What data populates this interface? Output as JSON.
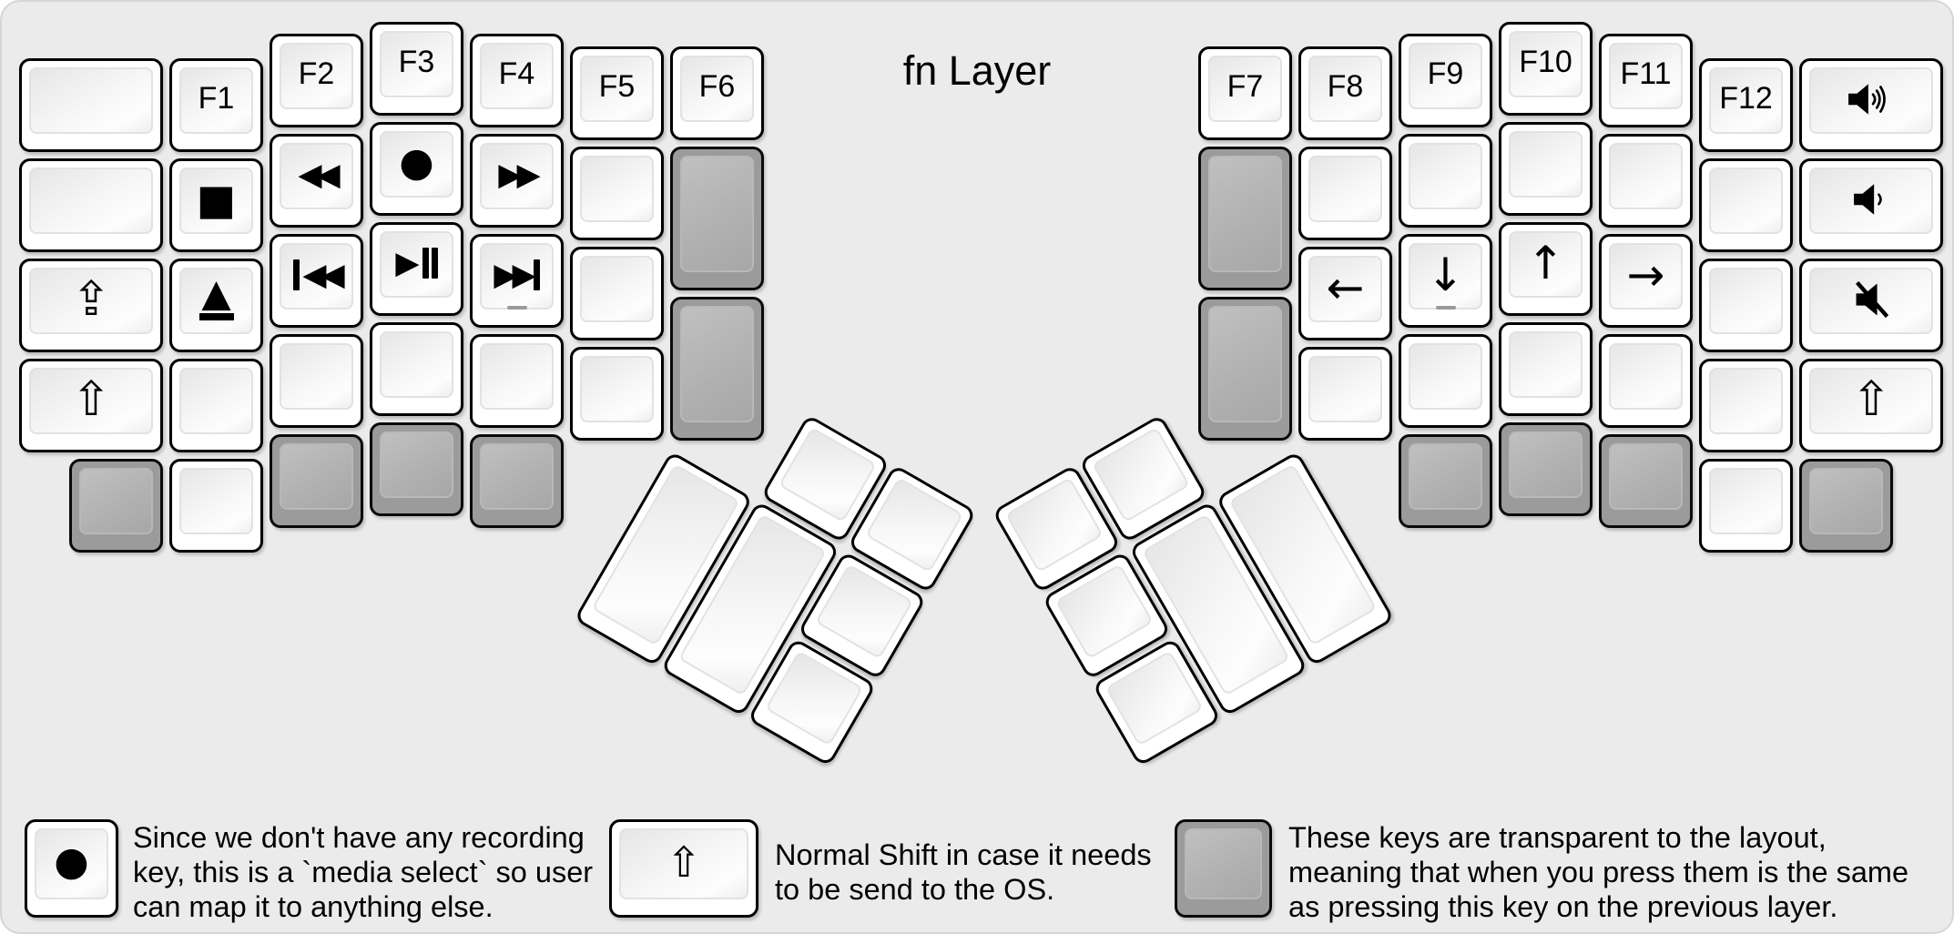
{
  "title": "fn Layer",
  "colors": {
    "canvas_bg": "#ebebeb",
    "key_white": "#ffffff",
    "key_gray": "#9b9b9b",
    "key_border": "#000000",
    "text": "#000000"
  },
  "icons": {
    "volume_up": "speaker-three-waves",
    "volume_down": "speaker-one-wave",
    "mute": "speaker-slash",
    "transparent_key": "gray-blank-keycap"
  },
  "keys": {
    "f1": "F1",
    "f2": "F2",
    "f3": "F3",
    "f4": "F4",
    "f5": "F5",
    "f6": "F6",
    "f7": "F7",
    "f8": "F8",
    "f9": "F9",
    "f10": "F10",
    "f11": "F11",
    "f12": "F12",
    "stop": "■",
    "record": "●",
    "rewind": "◀◀",
    "fast_forward": "▶▶",
    "prev_triangles": "◀◀",
    "next_triangles": "▶▶",
    "play_triangle": "▶",
    "eject_triangle": "▲",
    "caps": "⇪",
    "shift": "⇧",
    "arrow_left": "←",
    "arrow_down": "↓",
    "arrow_up": "↑",
    "arrow_right": "→"
  },
  "legend": {
    "item1": {
      "lines": [
        "Since we don't have any recording",
        "key, this is a `media select` so user",
        "can map it to anything else."
      ]
    },
    "item2": {
      "lines": [
        "Normal Shift in case it needs",
        "to be send to the OS."
      ]
    },
    "item3": {
      "lines": [
        "These keys are transparent to the layout,",
        "meaning that when you press them is the same",
        "as pressing this key on the previous layer."
      ]
    }
  }
}
